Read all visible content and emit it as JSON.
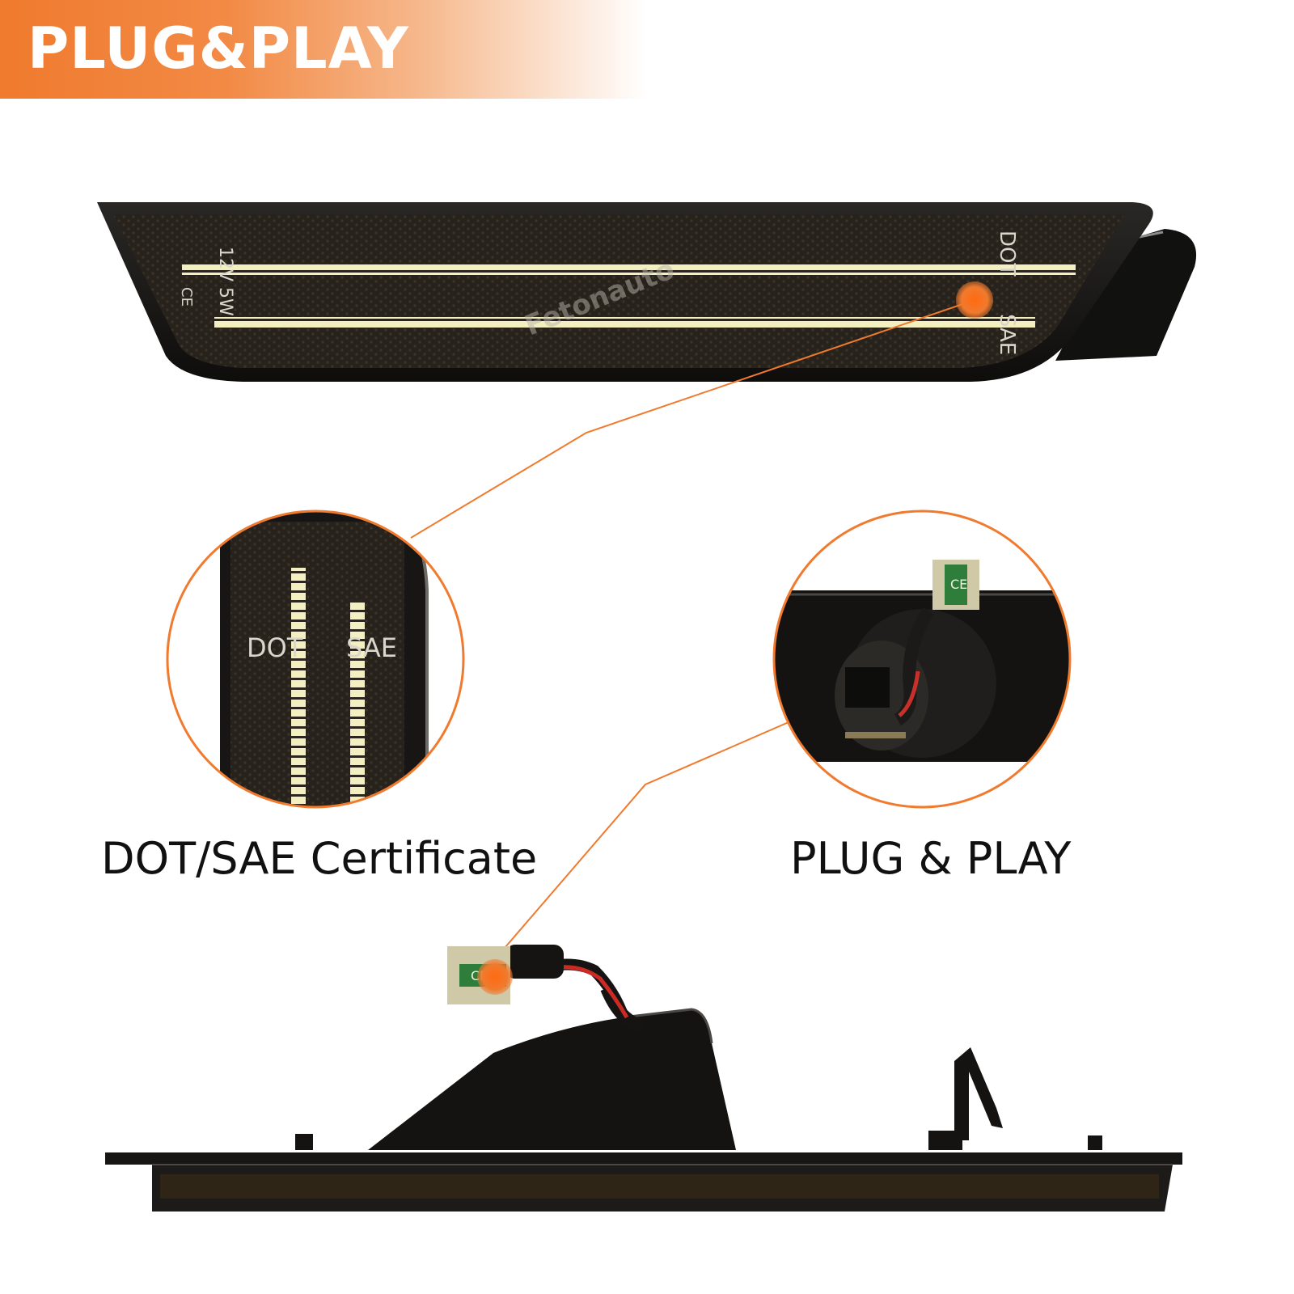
{
  "banner": {
    "title": "PLUG&PLAY",
    "color": "#f07a2e"
  },
  "lamp": {
    "markings_left": [
      "12V 5W",
      "CE"
    ],
    "marking_dot": "DOT",
    "marking_sae": "SAE",
    "watermark": "Fetonauto"
  },
  "detail_left": {
    "marking_dot": "DOT",
    "marking_sae": "SAE"
  },
  "detail_right": {
    "connector_label": "CE"
  },
  "captions": {
    "left": "DOT/SAE Certificate",
    "right": "PLUG & PLAY"
  },
  "connector": {
    "label": "CE"
  },
  "colors": {
    "accent": "#f07a2e",
    "led": "#f3efc0",
    "housing": "#1b1a18"
  }
}
